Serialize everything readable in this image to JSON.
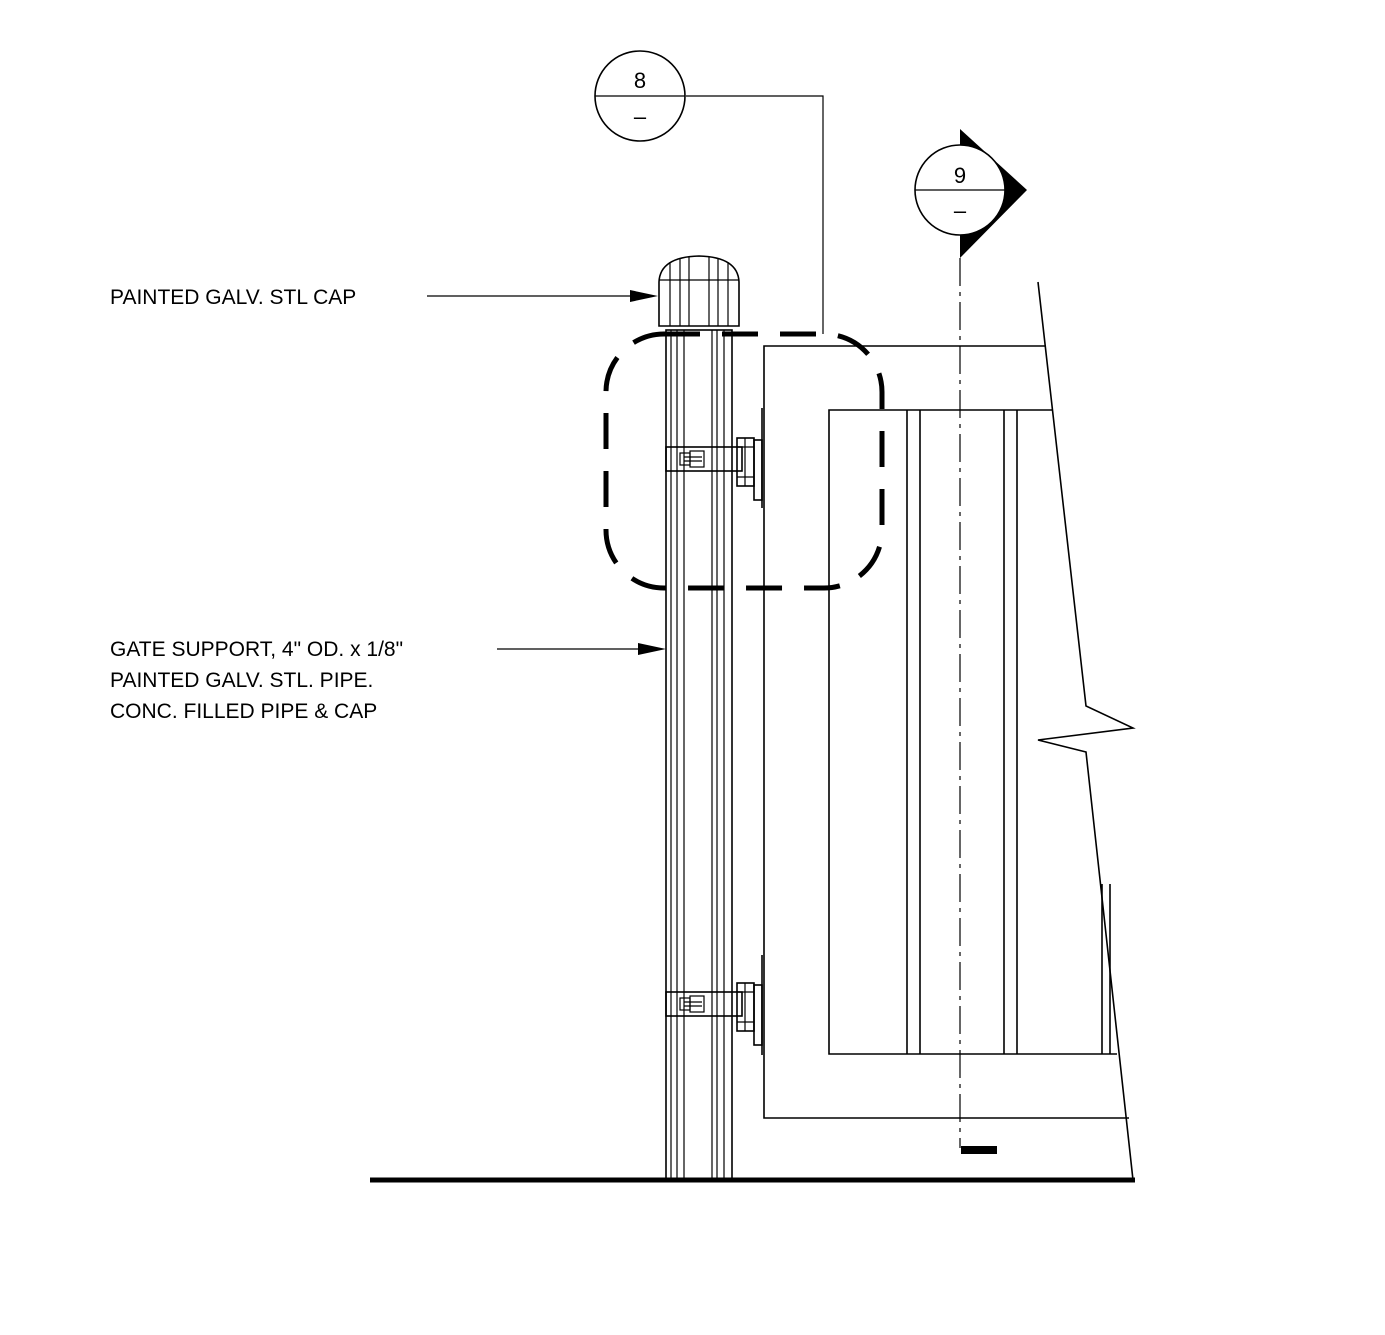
{
  "drawing": {
    "notes": {
      "cap": "PAINTED GALV. STL CAP",
      "support_line1": "GATE SUPPORT, 4\" OD. x 1/8\"",
      "support_line2": "PAINTED GALV. STL. PIPE.",
      "support_line3": "CONC. FILLED PIPE & CAP"
    },
    "detail_callout": {
      "number": "8",
      "sheet": "–"
    },
    "section_callout": {
      "number": "9",
      "sheet": "–"
    }
  }
}
